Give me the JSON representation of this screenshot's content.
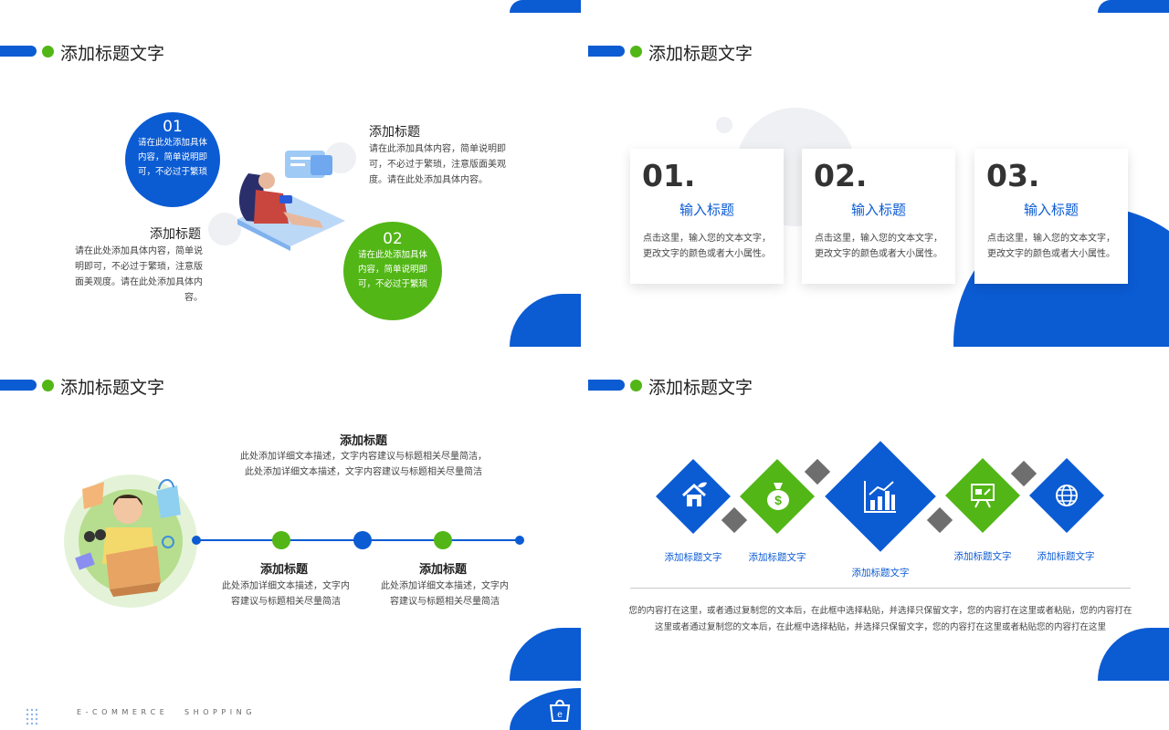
{
  "slide1": {
    "title": "添加标题文字",
    "circle1": {
      "num": "01",
      "text": "请在此处添加具体内容，简单说明即可，不必过于繁琐"
    },
    "circle2": {
      "num": "02",
      "text": "请在此处添加具体内容，简单说明即可，不必过于繁琐"
    },
    "block_right": {
      "heading": "添加标题",
      "text": "请在此添加具体内容，简单说明即可，不必过于繁琐，注意版面美观度。请在此处添加具体内容。"
    },
    "block_left": {
      "heading": "添加标题",
      "text": "请在此处添加具体内容，简单说明即可，不必过于繁琐，注意版面美观度。请在此处添加具体内容。"
    }
  },
  "slide2": {
    "title": "添加标题文字",
    "cards": [
      {
        "num": "01.",
        "title": "输入标题",
        "text": "点击这里，输入您的文本文字，更改文字的颜色或者大小属性。"
      },
      {
        "num": "02.",
        "title": "输入标题",
        "text": "点击这里，输入您的文本文字，更改文字的颜色或者大小属性。"
      },
      {
        "num": "03.",
        "title": "输入标题",
        "text": "点击这里，输入您的文本文字，更改文字的颜色或者大小属性。"
      }
    ]
  },
  "slide3": {
    "title": "添加标题文字",
    "top": {
      "heading": "添加标题",
      "line1": "此处添加详细文本描述，文字内容建议与标题相关尽量简洁，",
      "line2": "此处添加详细文本描述，文字内容建议与标题相关尽量简洁"
    },
    "left": {
      "heading": "添加标题",
      "text": "此处添加详细文本描述，文字内容建议与标题相关尽量简洁"
    },
    "right": {
      "heading": "添加标题",
      "text": "此处添加详细文本描述，文字内容建议与标题相关尽量简洁"
    },
    "footer": "E - C O M M E R C E      S H O P P I N G",
    "logo_icon": "shopping-bag-e-icon"
  },
  "slide4": {
    "title": "添加标题文字",
    "items": [
      {
        "label": "添加标题文字",
        "icon": "house-icon",
        "color": "#0b5bd3"
      },
      {
        "label": "添加标题文字",
        "icon": "money-bag-icon",
        "color": "#52b616"
      },
      {
        "label": "添加标题文字",
        "icon": "bar-chart-icon",
        "color": "#0b5bd3"
      },
      {
        "label": "添加标题文字",
        "icon": "presentation-icon",
        "color": "#52b616"
      },
      {
        "label": "添加标题文字",
        "icon": "globe-icon",
        "color": "#0b5bd3"
      }
    ],
    "body_line1": "您的内容打在这里，或者通过复制您的文本后，在此框中选择粘贴，并选择只保留文字，您的内容打在这里或者粘贴，您的内容打在",
    "body_line2": "这里或者通过复制您的文本后，在此框中选择粘贴，并选择只保留文字，您的内容打在这里或者粘贴您的内容打在这里"
  },
  "colors": {
    "blue": "#0b5bd3",
    "green": "#52b616",
    "gray": "#777777"
  }
}
